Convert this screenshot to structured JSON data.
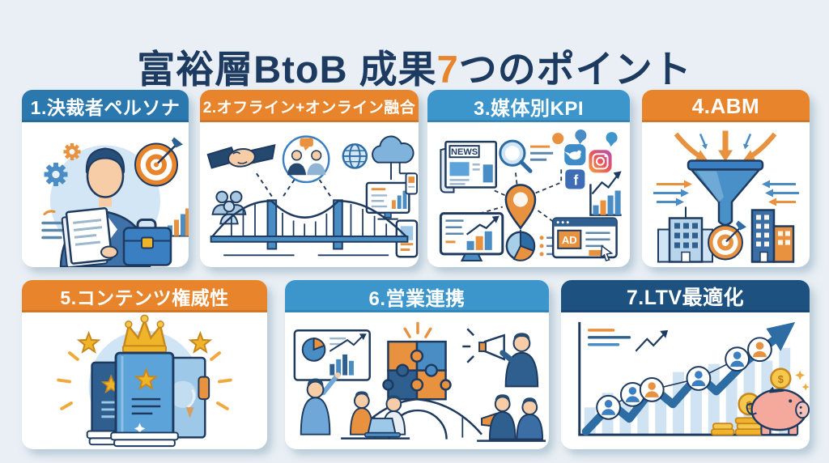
{
  "page": {
    "title": {
      "prefix": "富裕層BtoB 成果",
      "highlight": "7",
      "suffix": "つのポイント"
    }
  },
  "colors": {
    "background": "#e9eff4",
    "title_navy": "#1d3a60",
    "accent_orange": "#e8842c",
    "header_blue": "#2a78ad",
    "header_sky_blue": "#3c95cb",
    "header_navy": "#1d5180",
    "card_white": "#ffffff"
  },
  "cards": [
    {
      "number": "1",
      "label": "1.決裁者ペルソナ",
      "header_color": "#2a78ad",
      "illustration": "decision-maker-persona"
    },
    {
      "number": "2",
      "label": "2.オフライン+オンライン融合",
      "header_color": "#e8842c",
      "illustration": "offline-online-bridge"
    },
    {
      "number": "3",
      "label": "3.媒体別KPI",
      "header_color": "#3c95cb",
      "illustration": "media-kpi-map"
    },
    {
      "number": "4",
      "label": "4.ABM",
      "header_color": "#e8842c",
      "illustration": "abm-funnel-target-accounts"
    },
    {
      "number": "5",
      "label": "5.コンテンツ権威性",
      "header_color": "#e8842c",
      "illustration": "authority-books-crown"
    },
    {
      "number": "6",
      "label": "6.営業連携",
      "header_color": "#3c95cb",
      "illustration": "sales-marketing-puzzle"
    },
    {
      "number": "7",
      "label": "7.LTV最適化",
      "header_color": "#1d5180",
      "illustration": "ltv-growth-piggy-bank"
    }
  ],
  "illustration_text": {
    "news": "NEWS",
    "ad": "AD",
    "facebook_f": "f",
    "dollar": "$"
  }
}
